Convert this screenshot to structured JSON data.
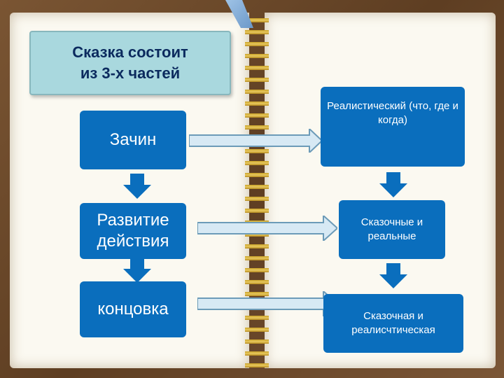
{
  "banner": {
    "title": "Сказка состоит\nиз 3-х частей"
  },
  "left_column": {
    "start": "Зачин",
    "development": "Развитие действия",
    "ending": "концовка"
  },
  "right_column": {
    "realistic": "Реалистический (что, где и когда)",
    "fantastic_real": "Сказочные и реальные",
    "fairy_realistic": "Сказочная и реалисчтическая"
  },
  "colors": {
    "box": "#0a6ebd",
    "arrow_fill": "#d7e9f4",
    "arrow_stroke": "#6c9bb8",
    "down_arrow": "#0a6ebd",
    "banner": "#a9d8de",
    "banner_text": "#0b2a5e"
  }
}
